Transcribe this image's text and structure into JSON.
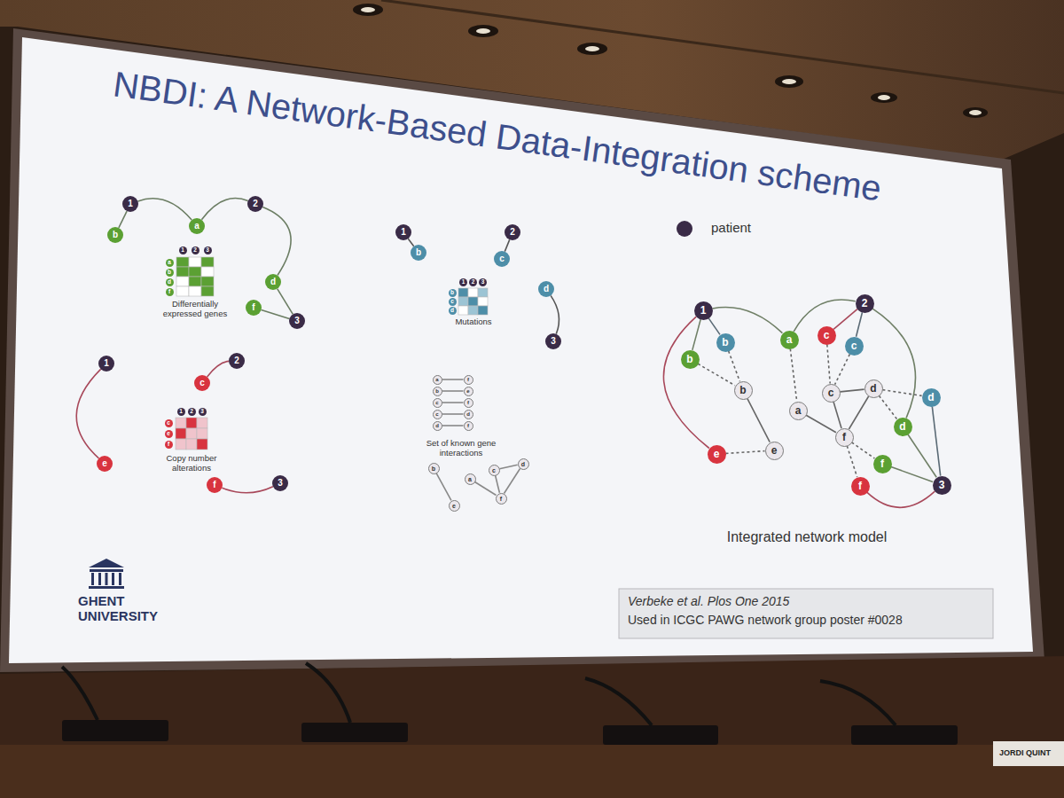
{
  "diagram": {
    "title": "NBDI: A Network-Based Data-Integration scheme",
    "nodes": [
      {
        "text": [
          "1"
        ]
      },
      {
        "text": [
          "a"
        ]
      },
      {
        "text": [
          "2"
        ]
      },
      {
        "text": [
          "b"
        ]
      },
      {
        "text": [
          "d"
        ]
      },
      {
        "text": [
          "f"
        ]
      },
      {
        "text": [
          "3"
        ]
      },
      {
        "text": [
          "1"
        ]
      },
      {
        "text": [
          "2"
        ]
      },
      {
        "text": [
          "3"
        ]
      },
      {
        "text": [
          "a"
        ]
      },
      {
        "text": [
          "b"
        ]
      },
      {
        "text": [
          "d"
        ]
      },
      {
        "text": [
          "f"
        ]
      },
      {
        "text": [
          "1"
        ]
      },
      {
        "text": [
          "b"
        ]
      },
      {
        "text": [
          "2"
        ]
      },
      {
        "text": [
          "c"
        ]
      },
      {
        "text": [
          "d"
        ]
      },
      {
        "text": [
          "3"
        ]
      },
      {
        "text": [
          "1"
        ]
      },
      {
        "text": [
          "2"
        ]
      },
      {
        "text": [
          "3"
        ]
      },
      {
        "text": [
          "b"
        ]
      },
      {
        "text": [
          "c"
        ]
      },
      {
        "text": [
          "d"
        ]
      },
      {
        "text": [
          "1"
        ]
      },
      {
        "text": [
          "2"
        ]
      },
      {
        "text": [
          "b"
        ]
      },
      {
        "text": [
          "b"
        ]
      },
      {
        "text": [
          "a"
        ]
      },
      {
        "text": [
          "c"
        ]
      },
      {
        "text": [
          "c"
        ]
      },
      {
        "text": [
          "b"
        ]
      },
      {
        "text": [
          "a"
        ]
      },
      {
        "text": [
          "c"
        ]
      },
      {
        "text": [
          "d"
        ]
      },
      {
        "text": [
          "d"
        ]
      },
      {
        "text": [
          "d"
        ]
      },
      {
        "text": [
          "e"
        ]
      },
      {
        "text": [
          "e"
        ]
      },
      {
        "text": [
          "f"
        ]
      },
      {
        "text": [
          "f"
        ]
      },
      {
        "text": [
          "f"
        ]
      },
      {
        "text": [
          "3"
        ]
      },
      {
        "text": [
          "1"
        ]
      },
      {
        "text": [
          "2"
        ]
      },
      {
        "text": [
          "c"
        ]
      },
      {
        "text": [
          "e"
        ]
      },
      {
        "text": [
          "f"
        ]
      },
      {
        "text": [
          "3"
        ]
      },
      {
        "text": [
          "1"
        ]
      },
      {
        "text": [
          "2"
        ]
      },
      {
        "text": [
          "3"
        ]
      },
      {
        "text": [
          "c"
        ]
      },
      {
        "text": [
          "e"
        ]
      },
      {
        "text": [
          "f"
        ]
      },
      {
        "text": [
          "a"
        ]
      },
      {
        "text": [
          "f"
        ]
      },
      {
        "text": [
          "b"
        ]
      },
      {
        "text": [
          "e"
        ]
      },
      {
        "text": [
          "c"
        ]
      },
      {
        "text": [
          "f"
        ]
      },
      {
        "text": [
          "c"
        ]
      },
      {
        "text": [
          "d"
        ]
      },
      {
        "text": [
          "d"
        ]
      },
      {
        "text": [
          "f"
        ]
      },
      {
        "text": [
          "b"
        ]
      },
      {
        "text": [
          "e"
        ]
      },
      {
        "text": [
          "a"
        ]
      },
      {
        "text": [
          "c"
        ]
      },
      {
        "text": [
          "d"
        ]
      },
      {
        "text": [
          "f"
        ]
      }
    ],
    "edges": [
      {
        "from": 0,
        "to": 3,
        "arrow": "none"
      },
      {
        "from": 0,
        "to": 1,
        "arrow": "none"
      },
      {
        "from": 2,
        "to": 1,
        "arrow": "none"
      },
      {
        "from": 2,
        "to": 4,
        "arrow": "none"
      },
      {
        "from": 6,
        "to": 4,
        "arrow": "none"
      },
      {
        "from": 6,
        "to": 5,
        "arrow": "none"
      },
      {
        "from": 14,
        "to": 15,
        "arrow": "none"
      },
      {
        "from": 16,
        "to": 17,
        "arrow": "none"
      },
      {
        "from": 19,
        "to": 18,
        "arrow": "none"
      },
      {
        "from": 26,
        "to": 28,
        "arrow": "none"
      },
      {
        "from": 26,
        "to": 29,
        "arrow": "none"
      },
      {
        "from": 26,
        "to": 30,
        "arrow": "none"
      },
      {
        "from": 26,
        "to": 39,
        "arrow": "none"
      },
      {
        "from": 27,
        "to": 30,
        "arrow": "none"
      },
      {
        "from": 27,
        "to": 31,
        "arrow": "none"
      },
      {
        "from": 27,
        "to": 32,
        "arrow": "none"
      },
      {
        "from": 27,
        "to": 38,
        "arrow": "none"
      },
      {
        "from": 44,
        "to": 37,
        "arrow": "none"
      },
      {
        "from": 44,
        "to": 38,
        "arrow": "none"
      },
      {
        "from": 44,
        "to": 42,
        "arrow": "none"
      },
      {
        "from": 44,
        "to": 43,
        "arrow": "none"
      },
      {
        "from": 28,
        "to": 33,
        "arrow": "none"
      },
      {
        "from": 29,
        "to": 33,
        "arrow": "none"
      },
      {
        "from": 33,
        "to": 40,
        "arrow": "none"
      },
      {
        "from": 39,
        "to": 40,
        "arrow": "none"
      },
      {
        "from": 30,
        "to": 34,
        "arrow": "none"
      },
      {
        "from": 31,
        "to": 35,
        "arrow": "none"
      },
      {
        "from": 32,
        "to": 35,
        "arrow": "none"
      },
      {
        "from": 35,
        "to": 36,
        "arrow": "none"
      },
      {
        "from": 35,
        "to": 41,
        "arrow": "none"
      },
      {
        "from": 36,
        "to": 41,
        "arrow": "none"
      },
      {
        "from": 34,
        "to": 41,
        "arrow": "none"
      },
      {
        "from": 36,
        "to": 37,
        "arrow": "none"
      },
      {
        "from": 36,
        "to": 38,
        "arrow": "none"
      },
      {
        "from": 41,
        "to": 42,
        "arrow": "none"
      },
      {
        "from": 41,
        "to": 43,
        "arrow": "none"
      },
      {
        "from": 45,
        "to": 48,
        "arrow": "none"
      },
      {
        "from": 46,
        "to": 47,
        "arrow": "none"
      },
      {
        "from": 50,
        "to": 49,
        "arrow": "none"
      },
      {
        "from": 57,
        "to": 58,
        "arrow": "none"
      },
      {
        "from": 59,
        "to": 60,
        "arrow": "none"
      },
      {
        "from": 61,
        "to": 62,
        "arrow": "none"
      },
      {
        "from": 63,
        "to": 64,
        "arrow": "none"
      },
      {
        "from": 65,
        "to": 66,
        "arrow": "none"
      },
      {
        "from": 67,
        "to": 68,
        "arrow": "none"
      },
      {
        "from": 69,
        "to": 72,
        "arrow": "none"
      },
      {
        "from": 70,
        "to": 72,
        "arrow": "none"
      },
      {
        "from": 70,
        "to": 71,
        "arrow": "none"
      },
      {
        "from": 71,
        "to": 72,
        "arrow": "none"
      }
    ],
    "labels": [
      "Differentially expressed genes",
      "Mutations",
      "Copy number alterations",
      "Set of known gene interactions",
      "Integrated network model",
      "Verbeke et al. Plos One 2015",
      "Used in ICGC PAWG network group poster #0028",
      "GHENT UNIVERSITY",
      "JORDI QUINT"
    ],
    "legend": [
      {
        "text": "patient",
        "color": "#3a2b47"
      }
    ]
  }
}
